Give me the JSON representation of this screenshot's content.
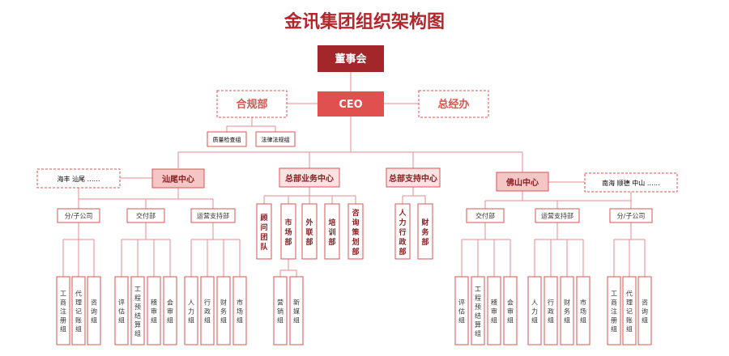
{
  "title": "金讯集团组织架构图",
  "colors": {
    "title": "#b4262c",
    "dark_red": "#a3262a",
    "red": "#e0504f",
    "pink": "#f5c6c6",
    "light_pink": "#fbe3e3",
    "line": "#e48c8c",
    "border": "#d9534f"
  },
  "top": {
    "board": "董事会",
    "ceo": "CEO",
    "compliance": "合规部",
    "gm_office": "总经办",
    "compliance_children": [
      "质量检查组",
      "法律法规组"
    ]
  },
  "level2": {
    "shanwei": "汕尾中心",
    "hq_business": "总部业务中心",
    "hq_support": "总部支持中心",
    "foshan": "佛山中心"
  },
  "regions": {
    "left": "海丰  汕尾  ……",
    "right": "南海  顺德  中山  ……"
  },
  "shanwei_groups": {
    "subsidiary": "分/子公司",
    "delivery": "交付部",
    "ops_support": "运营支持部",
    "subsidiary_children": [
      "工商注册组",
      "代理记账组",
      "咨询组"
    ],
    "delivery_children": [
      "评估组",
      "工程预结算组",
      "稽审组",
      "会审组"
    ],
    "ops_children": [
      "人力组",
      "行政组",
      "财务组",
      "市场组"
    ]
  },
  "hq_business_children": [
    "顾问团队",
    "市场部",
    "外联部",
    "培训部",
    "咨询策划部"
  ],
  "market_children": [
    "营销组",
    "新媒组"
  ],
  "hq_support_children": [
    "人力行政部",
    "财务部"
  ],
  "foshan_groups": {
    "delivery": "交付部",
    "ops_support": "运营支持部",
    "subsidiary": "分/子公司",
    "delivery_children": [
      "评估组",
      "工程预结算组",
      "稽审组",
      "会审组"
    ],
    "ops_children": [
      "人力组",
      "行政组",
      "财务组",
      "市场组"
    ],
    "subsidiary_children": [
      "工商注册组",
      "代理记账组",
      "咨询组"
    ]
  }
}
